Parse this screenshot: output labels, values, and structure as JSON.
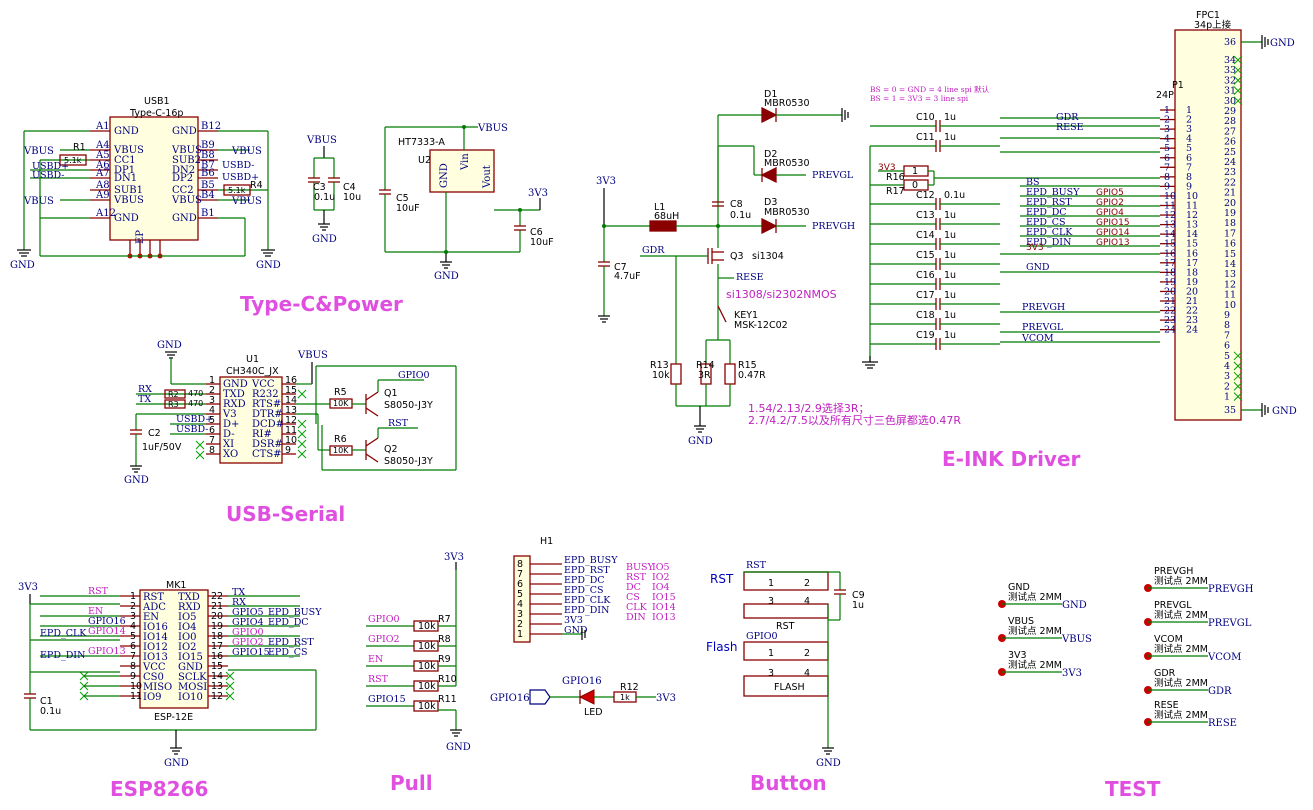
{
  "titles": {
    "power": "Type-C&Power",
    "serial": "USB-Serial",
    "eink": "E-INK Driver",
    "esp": "ESP8266",
    "pull": "Pull",
    "button": "Button",
    "test": "TEST"
  },
  "nets": {
    "gnd": "GND",
    "vbus": "VBUS",
    "v3v3": "3V3",
    "prevgl": "PREVGL",
    "prevgh": "PREVGH",
    "gdr": "GDR",
    "rese": "RESE",
    "vcom": "VCOM",
    "usbd_p": "USBD+",
    "usbd_m": "USBD-",
    "rx": "RX",
    "tx": "TX",
    "rst": "RST",
    "en": "EN",
    "gpio0": "GPIO0",
    "gpio2": "GPIO2",
    "gpio15": "GPIO15",
    "gpio16": "GPIO16",
    "bs": "BS",
    "epd_busy": "EPD_BUSY",
    "epd_rst": "EPD_RST",
    "epd_dc": "EPD_DC",
    "epd_cs": "EPD_CS",
    "epd_clk": "EPD_CLK",
    "epd_din": "EPD_DIN"
  },
  "usb": {
    "ref": "USB1",
    "value": "Type-C-16p",
    "left_pins": [
      {
        "num": "A1",
        "name": "GND"
      },
      {
        "num": "A4",
        "name": "VBUS"
      },
      {
        "num": "A5",
        "name": "CC1"
      },
      {
        "num": "A6",
        "name": "DP1"
      },
      {
        "num": "A7",
        "name": "DN1"
      },
      {
        "num": "A8",
        "name": "SUB1"
      },
      {
        "num": "A9",
        "name": "VBUS"
      },
      {
        "num": "A12",
        "name": "GND"
      }
    ],
    "right_pins": [
      {
        "num": "B12",
        "name": "GND"
      },
      {
        "num": "B9",
        "name": "VBUS"
      },
      {
        "num": "B8",
        "name": "SUB2"
      },
      {
        "num": "B7",
        "name": "DN2"
      },
      {
        "num": "B6",
        "name": "DP2"
      },
      {
        "num": "B5",
        "name": "CC2"
      },
      {
        "num": "B4",
        "name": "VBUS"
      },
      {
        "num": "B1",
        "name": "GND"
      }
    ],
    "ep": "EP",
    "r1": "R1",
    "r1v": "5.1k",
    "r4": "R4",
    "r4v": "5.1k"
  },
  "caps": {
    "c3": "C3",
    "c3v": "0.1u",
    "c4": "C4",
    "c4v": "10u",
    "c5": "C5",
    "c5v": "10uF",
    "c6": "C6",
    "c6v": "10uF",
    "c7": "C7",
    "c7v": "4.7uF",
    "c8": "C8",
    "c8v": "0.1u",
    "c2": "C2",
    "c2v": "1uF/50V",
    "c1": "C1",
    "c1v": "0.1u",
    "c9": "C9",
    "c9v": "1u"
  },
  "ldo": {
    "ref": "U2",
    "value": "HT7333-A",
    "gnd": "GND",
    "vin": "Vin",
    "vout": "Vout"
  },
  "boost": {
    "l1": "L1",
    "l1v": "68uH",
    "d1": "D1",
    "d1v": "MBR0530",
    "d2": "D2",
    "d2v": "MBR0530",
    "d3": "D3",
    "d3v": "MBR0530",
    "q3": "Q3",
    "q3v": "si1304",
    "mosfet_note": "si1308/si2302NMOS",
    "key1": "KEY1",
    "key1v": "MSK-12C02",
    "r13": "R13",
    "r13v": "10k",
    "r14": "R14",
    "r14v": "3R",
    "r15": "R15",
    "r15v": "0.47R",
    "note1": "1.54/2.13/2.9选择3R；",
    "note2": "2.7/4.2/7.5以及所有尺寸三色屏都选0.47R"
  },
  "ch340": {
    "ref": "U1",
    "value": "CH340C_JX",
    "left_pins": [
      {
        "num": "1",
        "name": "GND"
      },
      {
        "num": "2",
        "name": "TXD"
      },
      {
        "num": "3",
        "name": "RXD"
      },
      {
        "num": "4",
        "name": "V3"
      },
      {
        "num": "5",
        "name": "D+"
      },
      {
        "num": "6",
        "name": "D-"
      },
      {
        "num": "7",
        "name": "XI"
      },
      {
        "num": "8",
        "name": "XO"
      }
    ],
    "right_pins": [
      {
        "num": "16",
        "name": "VCC"
      },
      {
        "num": "15",
        "name": "R232"
      },
      {
        "num": "14",
        "name": "RTS#"
      },
      {
        "num": "13",
        "name": "DTR#"
      },
      {
        "num": "12",
        "name": "DCD#"
      },
      {
        "num": "11",
        "name": "RI#"
      },
      {
        "num": "10",
        "name": "DSR#"
      },
      {
        "num": "9",
        "name": "CTS#"
      }
    ],
    "r2": "R2",
    "r2v": "470",
    "r3": "R3",
    "r3v": "470",
    "r5": "R5",
    "r5v": "10K",
    "r6": "R6",
    "r6v": "10K",
    "q1": "Q1",
    "q1v": "S8050-J3Y",
    "q2": "Q2",
    "q2v": "S8050-J3Y"
  },
  "esp": {
    "ref": "MK1",
    "value": "ESP-12E",
    "left_pins": [
      {
        "num": "1",
        "name": "RST",
        "net": "RST"
      },
      {
        "num": "2",
        "name": "ADC",
        "net": ""
      },
      {
        "num": "3",
        "name": "EN",
        "net": "EN"
      },
      {
        "num": "4",
        "name": "IO16",
        "net": "GPIO16"
      },
      {
        "num": "5",
        "name": "IO14",
        "net": "GPIO14"
      },
      {
        "num": "6",
        "name": "IO12",
        "net": ""
      },
      {
        "num": "7",
        "name": "IO13",
        "net": "GPIO13"
      },
      {
        "num": "8",
        "name": "VCC",
        "net": ""
      },
      {
        "num": "9",
        "name": "CS0",
        "net": ""
      },
      {
        "num": "10",
        "name": "MISO",
        "net": ""
      },
      {
        "num": "11",
        "name": "IO9",
        "net": ""
      }
    ],
    "right_pins": [
      {
        "num": "22",
        "name": "TXD",
        "net": "TX"
      },
      {
        "num": "21",
        "name": "RXD",
        "net": "RX"
      },
      {
        "num": "20",
        "name": "IO5",
        "net": "GPIO5"
      },
      {
        "num": "19",
        "name": "IO4",
        "net": "GPIO4"
      },
      {
        "num": "18",
        "name": "IO0",
        "net": "GPIO0"
      },
      {
        "num": "17",
        "name": "IO2",
        "net": "GPIO2"
      },
      {
        "num": "16",
        "name": "IO15",
        "net": "GPIO15"
      },
      {
        "num": "15",
        "name": "GND",
        "net": ""
      },
      {
        "num": "14",
        "name": "SCLK",
        "net": ""
      },
      {
        "num": "13",
        "name": "MOSI",
        "net": ""
      },
      {
        "num": "12",
        "name": "IO10",
        "net": ""
      }
    ],
    "epd_busy": "EPD_BUSY",
    "epd_dc": "EPD_DC",
    "epd_rst": "EPD_RST",
    "epd_cs": "EPD_CS",
    "epd_clk": "EPD_CLK",
    "epd_din": "EPD_DIN",
    "gpio14": "GPIO14",
    "gpio13": "GPIO13"
  },
  "pull": {
    "rows": [
      {
        "net": "GPIO0",
        "ref": "R7",
        "val": "10k"
      },
      {
        "net": "GPIO2",
        "ref": "R8",
        "val": "10k"
      },
      {
        "net": "EN",
        "ref": "R9",
        "val": "10k"
      },
      {
        "net": "RST",
        "ref": "R10",
        "val": "10k"
      },
      {
        "net": "GPIO15",
        "ref": "R11",
        "val": "10k"
      }
    ]
  },
  "header": {
    "ref": "H1",
    "pins": [
      {
        "num": "8",
        "net": "EPD_BUSY"
      },
      {
        "num": "7",
        "net": "EPD_RST"
      },
      {
        "num": "6",
        "net": "EPD_DC"
      },
      {
        "num": "5",
        "net": "EPD_CS"
      },
      {
        "num": "4",
        "net": "EPD_CLK"
      },
      {
        "num": "3",
        "net": "EPD_DIN"
      },
      {
        "num": "2",
        "net": "3V3"
      },
      {
        "num": "1",
        "net": "GND"
      }
    ],
    "map": [
      {
        "sig": "BUSY",
        "io": "IO5"
      },
      {
        "sig": "RST",
        "io": "IO2"
      },
      {
        "sig": "DC",
        "io": "IO4"
      },
      {
        "sig": "CS",
        "io": "IO15"
      },
      {
        "sig": "CLK",
        "io": "IO14"
      },
      {
        "sig": "DIN",
        "io": "IO13"
      }
    ]
  },
  "led": {
    "ref": "R12",
    "val": "1k",
    "label": "LED",
    "gpio": "GPIO16"
  },
  "buttons": {
    "rst_label": "RST",
    "rst_btn": "RST",
    "flash_label": "Flash",
    "flash_btn": "FLASH",
    "gpio0": "GPIO0"
  },
  "test_points": [
    {
      "net": "GND",
      "label": "测试点 2MM"
    },
    {
      "net": "VBUS",
      "label": "测试点 2MM"
    },
    {
      "net": "3V3",
      "label": "测试点 2MM"
    },
    {
      "net": "PREVGH",
      "label": "测试点 2MM"
    },
    {
      "net": "PREVGL",
      "label": "测试点 2MM"
    },
    {
      "net": "VCOM",
      "label": "测试点 2MM"
    },
    {
      "net": "GDR",
      "label": "测试点 2MM"
    },
    {
      "net": "RESE",
      "label": "测试点 2MM"
    }
  ],
  "fpc": {
    "ref": "FPC1",
    "value": "34p上接",
    "p1": "P1",
    "p1v": "24P",
    "bs_note1": "BS = 0 = GND = 4 line spi 默认",
    "bs_note2": "BS = 1 = 3V3 = 3 line spi",
    "r16": "R16",
    "r16v": "1",
    "r17": "R17",
    "r17v": "0",
    "caps": [
      {
        "ref": "C10",
        "val": "1u"
      },
      {
        "ref": "C11",
        "val": "1u"
      },
      {
        "ref": "C12",
        "val": "0.1u"
      },
      {
        "ref": "C13",
        "val": "1u"
      },
      {
        "ref": "C14",
        "val": "1u"
      },
      {
        "ref": "C15",
        "val": "1u"
      },
      {
        "ref": "C16",
        "val": "1u"
      },
      {
        "ref": "C17",
        "val": "1u"
      },
      {
        "ref": "C18",
        "val": "1u"
      },
      {
        "ref": "C19",
        "val": "1u"
      }
    ],
    "signals": [
      {
        "net": "BS",
        "gpio": ""
      },
      {
        "net": "EPD_BUSY",
        "gpio": "GPIO5"
      },
      {
        "net": "EPD_RST",
        "gpio": "GPIO2"
      },
      {
        "net": "EPD_DC",
        "gpio": "GPIO4"
      },
      {
        "net": "EPD_CS",
        "gpio": "GPIO15"
      },
      {
        "net": "EPD_CLK",
        "gpio": "GPIO14"
      },
      {
        "net": "EPD_DIN",
        "gpio": "GPIO13"
      }
    ]
  }
}
